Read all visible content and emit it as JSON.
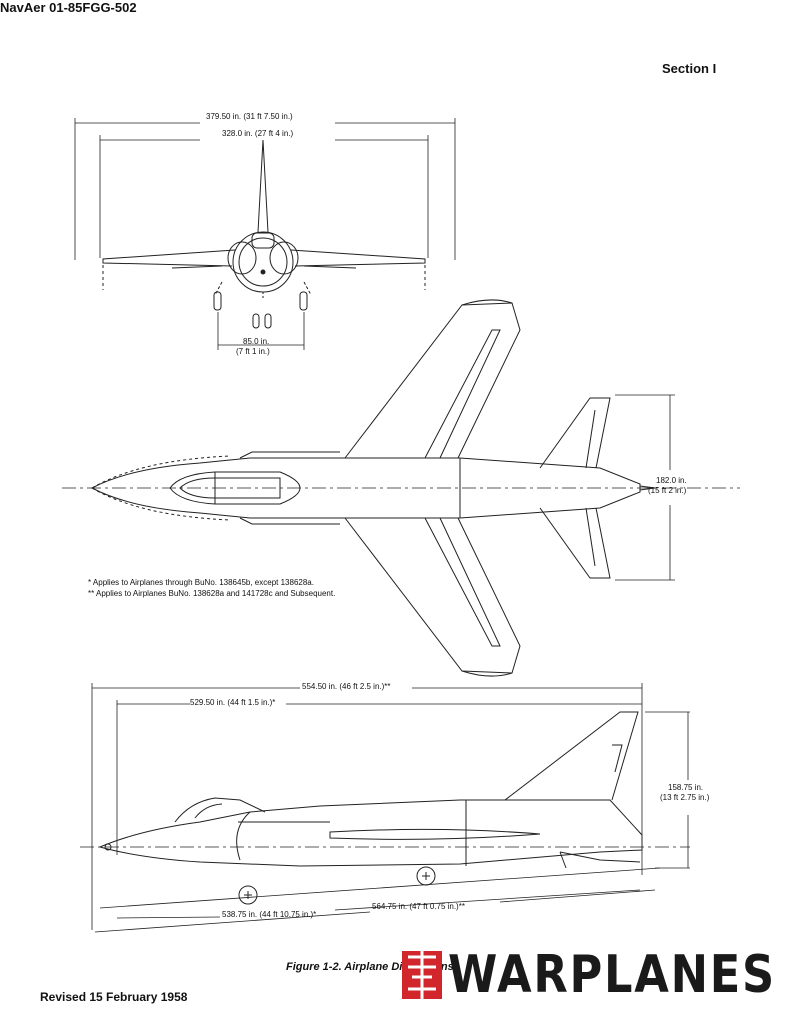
{
  "header": {
    "doc_title": "NavAer 01-85FGG-502",
    "section": "Section I"
  },
  "front_view": {
    "span_overall": "379.50 in. (31 ft 7.50 in.)",
    "span_wing": "328.0 in. (27 ft 4 in.)",
    "tread_line1": "85.0 in.",
    "tread_line2": "(7 ft 1 in.)"
  },
  "plan_view": {
    "stab_span_line1": "182.0 in.",
    "stab_span_line2": "(15 ft 2 in.)",
    "note1": "Applies to Airplanes through BuNo. 138645b, except 138628a.",
    "note2": "Applies to Airplanes BuNo. 138628a and 141728c and Subsequent.",
    "note1_mark": "*",
    "note2_mark": "**"
  },
  "side_view": {
    "length_overall_1": "554.50 in. (46 ft 2.5 in.)**",
    "length_overall_2": "529.50 in. (44 ft 1.5 in.)*",
    "height_line1": "158.75 in.",
    "height_line2": "(13 ft 2.75 in.)",
    "length_ground_1": "538.75 in. (44 ft 10.75 in.)*",
    "length_ground_2": "564.75 in. (47 ft 0.75 in.)**"
  },
  "caption": "Figure 1-2. Airplane Dimensions",
  "revised": "Revised 15 February 1958",
  "watermark": {
    "text": "WARPLANES",
    "accent_color": "#d0262c"
  }
}
